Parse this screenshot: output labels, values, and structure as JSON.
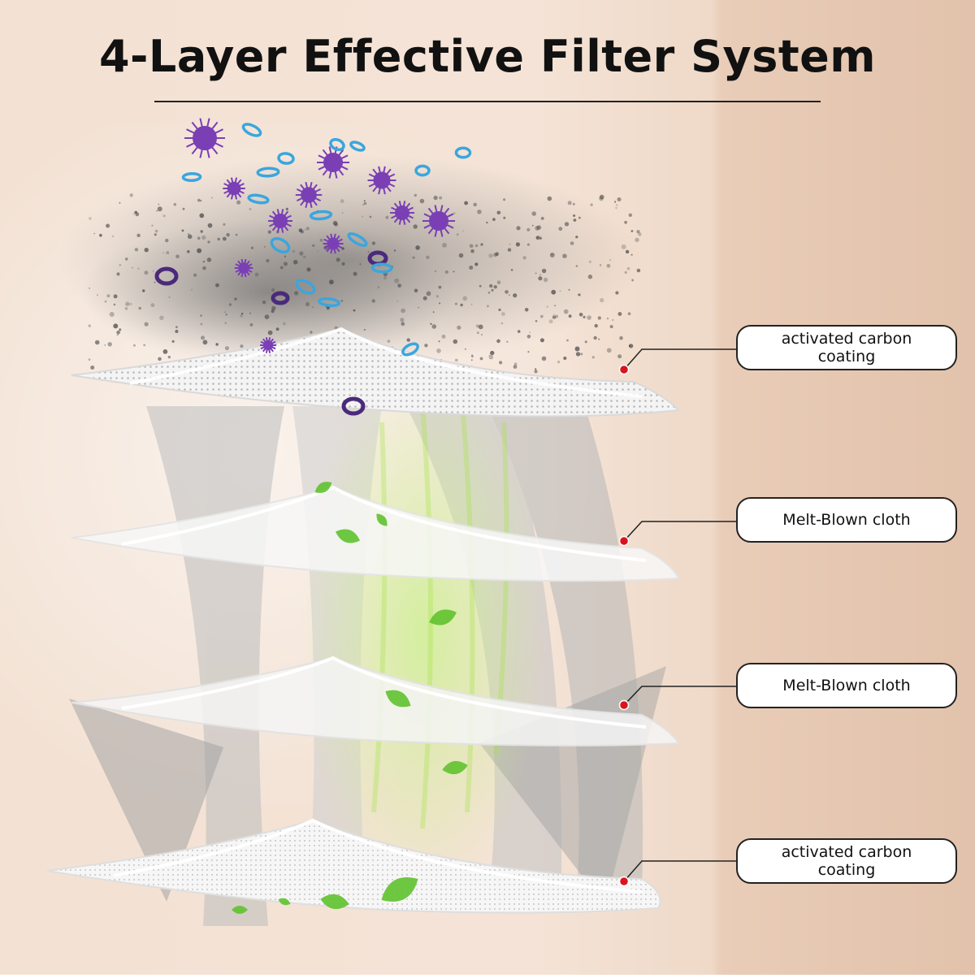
{
  "title": "4-Layer Effective Filter System",
  "layers": [
    {
      "label": "activated carbon coating"
    },
    {
      "label": "Melt-Blown cloth"
    },
    {
      "label": "Melt-Blown cloth"
    },
    {
      "label": "activated carbon coating"
    }
  ],
  "colors": {
    "background": "#f2dccb",
    "pointer_dot": "#d8141e",
    "virus": "#7a3fb5",
    "droplet": "#3aa6de",
    "leaf": "#5fc22e"
  }
}
